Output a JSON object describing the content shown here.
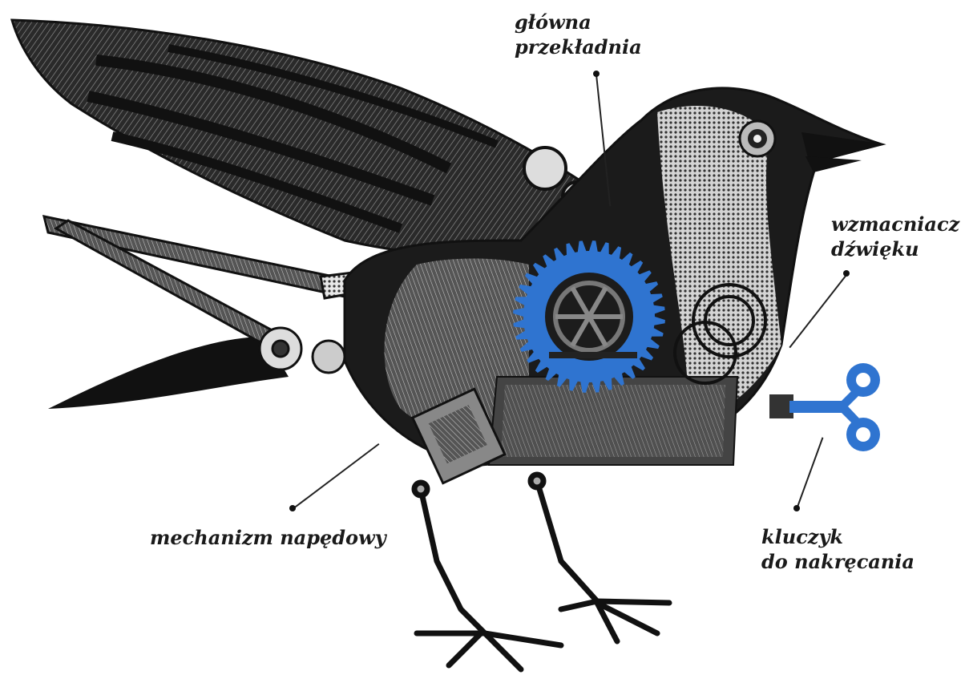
{
  "colors": {
    "accent_blue": "#2f74d0",
    "ink": "#111111",
    "background": "#ffffff"
  },
  "labels": {
    "main_gear": {
      "line1": "główna",
      "line2": "przekładnia"
    },
    "sound_amplifier": {
      "line1": "wzmacniacz",
      "line2": "dźwięku"
    },
    "drive_mechanism": {
      "line1": "mechanizm napędowy"
    },
    "winding_key": {
      "line1": "kluczyk",
      "line2": "do nakręcania"
    }
  }
}
